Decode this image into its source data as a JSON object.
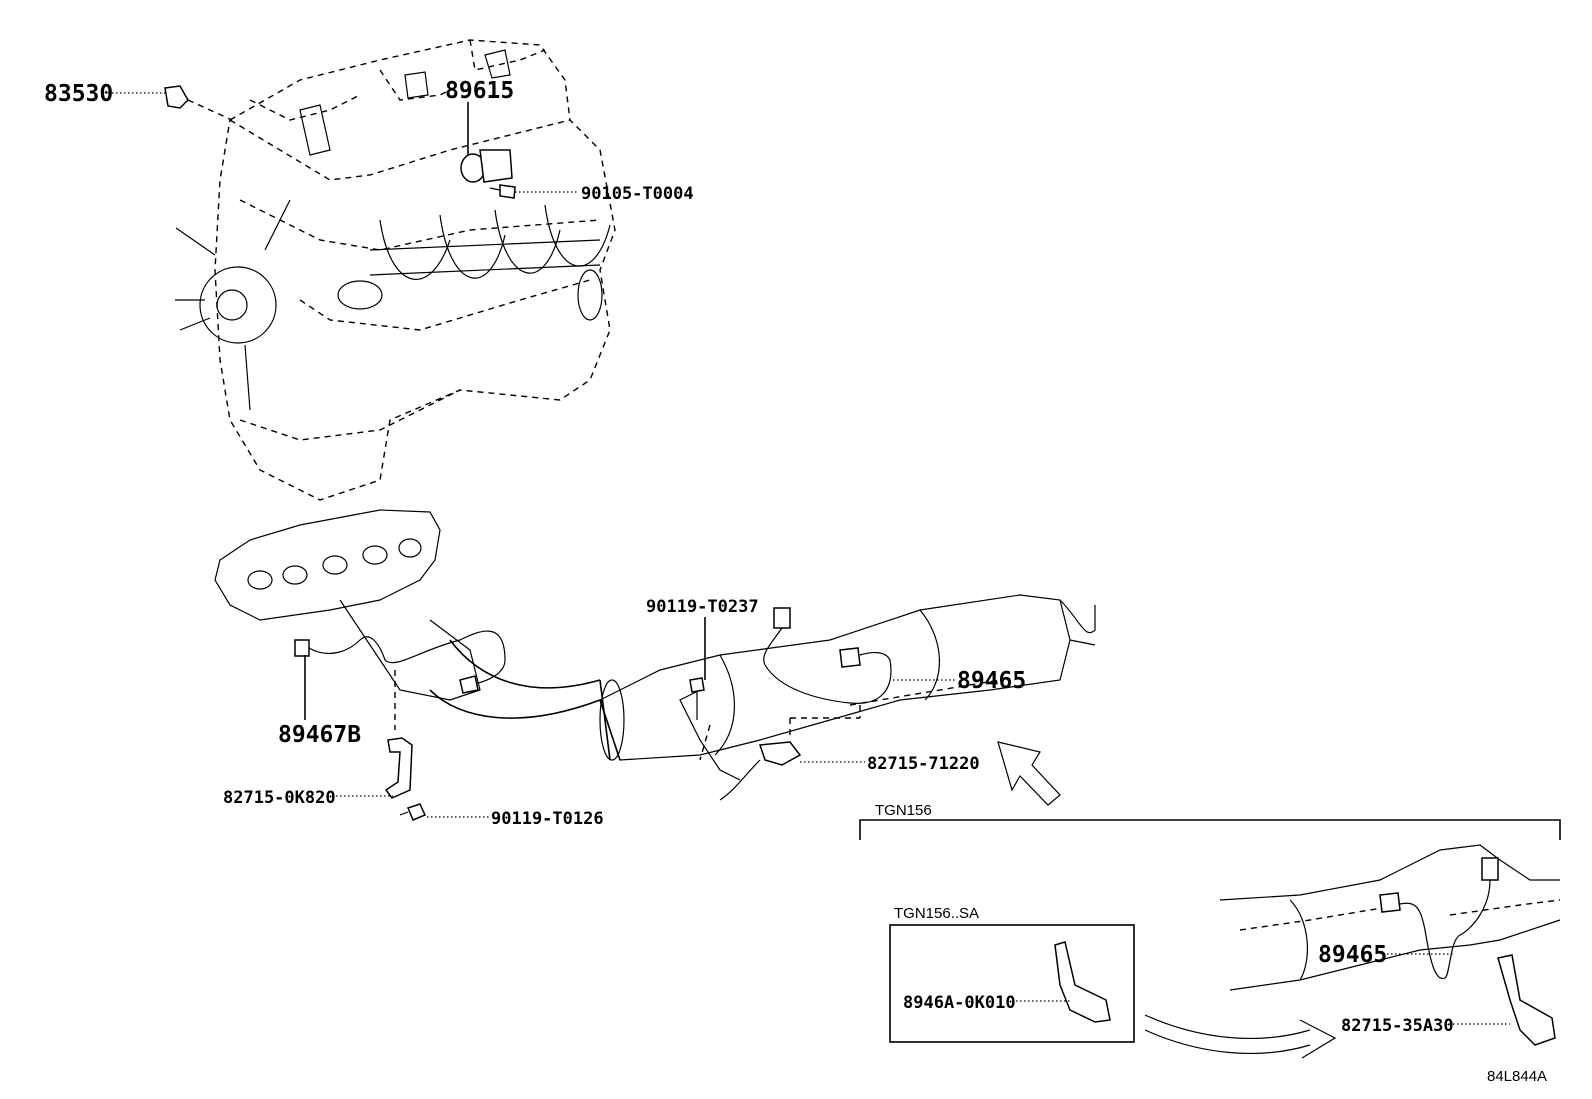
{
  "callouts": {
    "p83530": "83530",
    "p89615": "89615",
    "p90105": "90105-T0004",
    "p90119a": "90119-T0237",
    "p89465a": "89465",
    "p89467b": "89467B",
    "p82715_71220": "82715-71220",
    "p82715_0k820": "82715-0K820",
    "p90119b": "90119-T0126",
    "p8946a": "8946A-0K010",
    "p89465b": "89465",
    "p82715_35a30": "82715-35A30"
  },
  "notes": {
    "tgn156": "TGN156",
    "tgn156sa": "TGN156..SA",
    "diagram_id": "84L844A"
  }
}
